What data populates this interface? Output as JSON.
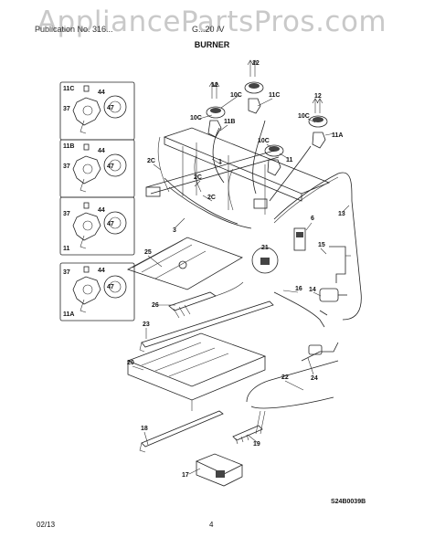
{
  "watermark": "AppliancePartsPros.com",
  "header": {
    "left": "Publication No. 316...",
    "right": "G...20 /V"
  },
  "title": "BURNER",
  "part_code": "S24B0039B",
  "footer": {
    "date": "02/13",
    "page": "4"
  },
  "callouts": {
    "c1": "1",
    "c2c_a": "2C",
    "c2c_b": "2C",
    "c2c_c": "2C",
    "c3": "3",
    "c6": "6",
    "c10c_a": "10C",
    "c10c_b": "10C",
    "c10c_c": "10C",
    "c10c_d": "10C",
    "c11": "11",
    "c11a": "11A",
    "c11b": "11B",
    "c11c": "11C",
    "c12_a": "12",
    "c12_b": "12",
    "c12_c": "12",
    "c13": "13",
    "c14": "14",
    "c15": "15",
    "c16": "16",
    "c17": "17",
    "c18": "18",
    "c19": "19",
    "c20": "20",
    "c21": "21",
    "c22": "22",
    "c23": "23",
    "c24": "24",
    "c25": "25",
    "c26": "26"
  },
  "insets": [
    {
      "name": "11C",
      "n37": "37",
      "n44": "44",
      "n47": "47"
    },
    {
      "name": "11B",
      "n37": "37",
      "n44": "44",
      "n47": "47"
    },
    {
      "name": "11",
      "n37": "37",
      "n44": "44",
      "n47": "47"
    },
    {
      "name": "11A",
      "n37": "37",
      "n44": "44",
      "n47": "47"
    }
  ]
}
